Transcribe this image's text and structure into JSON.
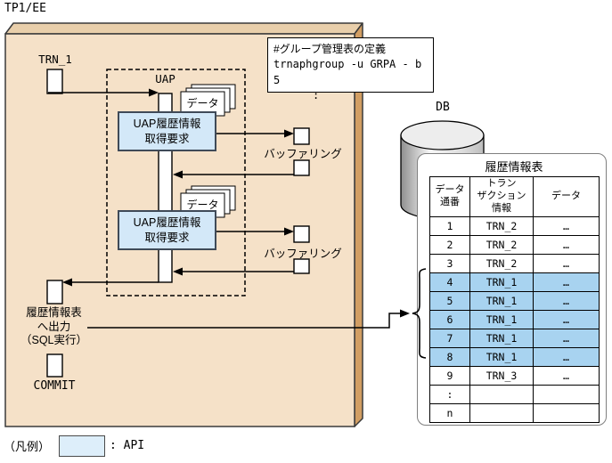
{
  "colors": {
    "slab_front": "#f5e1c8",
    "slab_top": "#e9cfab",
    "slab_side": "#d29e63",
    "api_fill": "#d3e8f8",
    "highlight_fill": "#a8d3f0",
    "legend_fill": "#ddeefa"
  },
  "labels": {
    "system": "TP1/EE",
    "trn": "TRN_1",
    "uap": "UAP",
    "data_papers": "データ",
    "api_request_line1": "UAP履歴情報",
    "api_request_line2": "取得要求",
    "buffering": "バッファリング",
    "output_line1": "履歴情報表",
    "output_line2": "へ出力",
    "output_line3": "（SQL実行）",
    "commit": "COMMIT",
    "db": "DB"
  },
  "definition_box": {
    "line1": "#グループ管理表の定義",
    "line2": "trnaphgroup -u GRPA - b 5",
    "line3": ":"
  },
  "table": {
    "title": "履歴情報表",
    "columns": [
      "データ\n通番",
      "トラン\nザクション\n情報",
      "データ"
    ],
    "rows": [
      {
        "seq": "1",
        "trn": "TRN_2",
        "data": "…",
        "highlight": false
      },
      {
        "seq": "2",
        "trn": "TRN_2",
        "data": "…",
        "highlight": false
      },
      {
        "seq": "3",
        "trn": "TRN_2",
        "data": "…",
        "highlight": false
      },
      {
        "seq": "4",
        "trn": "TRN_1",
        "data": "…",
        "highlight": true
      },
      {
        "seq": "5",
        "trn": "TRN_1",
        "data": "…",
        "highlight": true
      },
      {
        "seq": "6",
        "trn": "TRN_1",
        "data": "…",
        "highlight": true
      },
      {
        "seq": "7",
        "trn": "TRN_1",
        "data": "…",
        "highlight": true
      },
      {
        "seq": "8",
        "trn": "TRN_1",
        "data": "…",
        "highlight": true
      },
      {
        "seq": "9",
        "trn": "TRN_3",
        "data": "…",
        "highlight": false
      },
      {
        "seq": ":",
        "trn": "",
        "data": "",
        "highlight": false
      },
      {
        "seq": "n",
        "trn": "",
        "data": "",
        "highlight": false
      }
    ]
  },
  "legend": {
    "label": "（凡例）",
    "value": ": API"
  }
}
